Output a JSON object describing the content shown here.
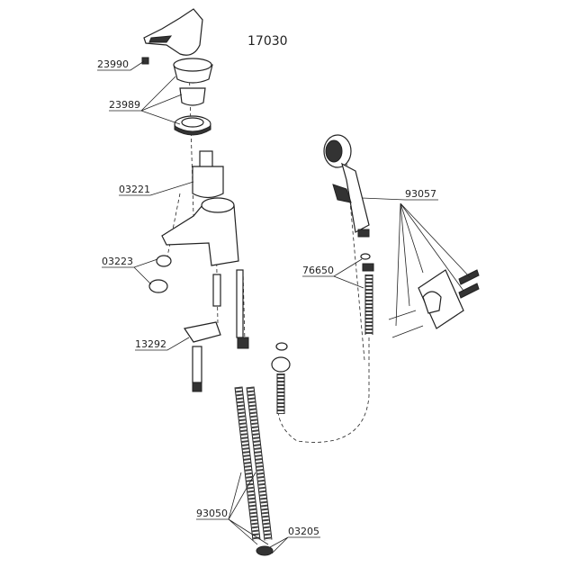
{
  "diagram": {
    "model_number": "17030",
    "parts": [
      {
        "number": "23990"
      },
      {
        "number": "23989"
      },
      {
        "number": "03221"
      },
      {
        "number": "03223"
      },
      {
        "number": "13292"
      },
      {
        "number": "93057"
      },
      {
        "number": "76650"
      },
      {
        "number": "93050"
      },
      {
        "number": "03205"
      }
    ]
  }
}
